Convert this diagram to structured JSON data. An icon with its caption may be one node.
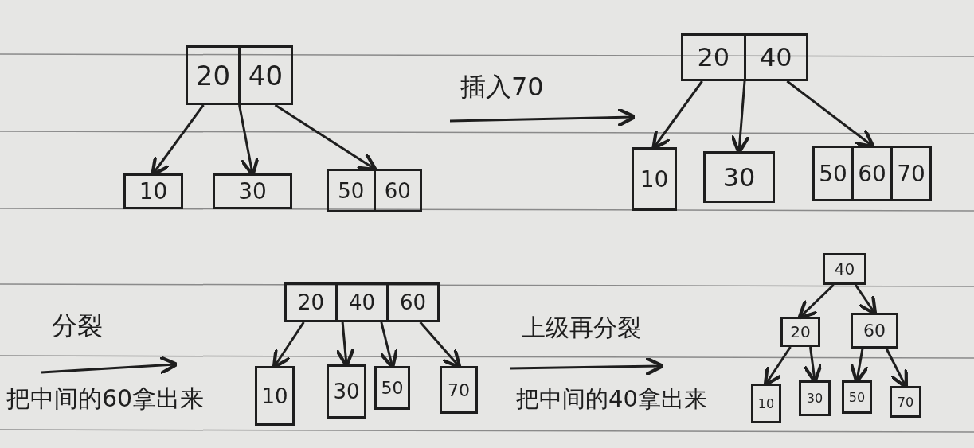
{
  "diagram": {
    "nodes": [
      {
        "text": [
          "20",
          "40"
        ]
      },
      {
        "text": [
          "10"
        ]
      },
      {
        "text": [
          "30"
        ]
      },
      {
        "text": [
          "50",
          "60"
        ]
      },
      {
        "text": [
          "20",
          "40"
        ]
      },
      {
        "text": [
          "10"
        ]
      },
      {
        "text": [
          "30"
        ]
      },
      {
        "text": [
          "50",
          "60",
          "70"
        ]
      },
      {
        "text": [
          "20",
          "40",
          "60"
        ]
      },
      {
        "text": [
          "10"
        ]
      },
      {
        "text": [
          "30"
        ]
      },
      {
        "text": [
          "50"
        ]
      },
      {
        "text": [
          "70"
        ]
      },
      {
        "text": [
          "40"
        ]
      },
      {
        "text": [
          "20"
        ]
      },
      {
        "text": [
          "60"
        ]
      },
      {
        "text": [
          "10"
        ]
      },
      {
        "text": [
          "30"
        ]
      },
      {
        "text": [
          "50"
        ]
      },
      {
        "text": [
          "70"
        ]
      }
    ],
    "edges": [
      {
        "from": 0,
        "to": 1,
        "arrow": "to"
      },
      {
        "from": 0,
        "to": 2,
        "arrow": "to"
      },
      {
        "from": 0,
        "to": 3,
        "arrow": "to"
      },
      {
        "from": 4,
        "to": 5,
        "arrow": "to"
      },
      {
        "from": 4,
        "to": 6,
        "arrow": "to"
      },
      {
        "from": 4,
        "to": 7,
        "arrow": "to"
      },
      {
        "from": 8,
        "to": 9,
        "arrow": "to"
      },
      {
        "from": 8,
        "to": 10,
        "arrow": "to"
      },
      {
        "from": 8,
        "to": 11,
        "arrow": "to"
      },
      {
        "from": 8,
        "to": 12,
        "arrow": "to"
      },
      {
        "from": 13,
        "to": 14,
        "arrow": "to"
      },
      {
        "from": 13,
        "to": 15,
        "arrow": "to"
      },
      {
        "from": 14,
        "to": 16,
        "arrow": "to"
      },
      {
        "from": 14,
        "to": 17,
        "arrow": "to"
      },
      {
        "from": 15,
        "to": 18,
        "arrow": "to"
      },
      {
        "from": 15,
        "to": 19,
        "arrow": "to"
      }
    ],
    "labels": [
      "插入70",
      "分裂",
      "把中间的60拿出来",
      "上级再分裂",
      "把中间的40拿出来"
    ]
  }
}
